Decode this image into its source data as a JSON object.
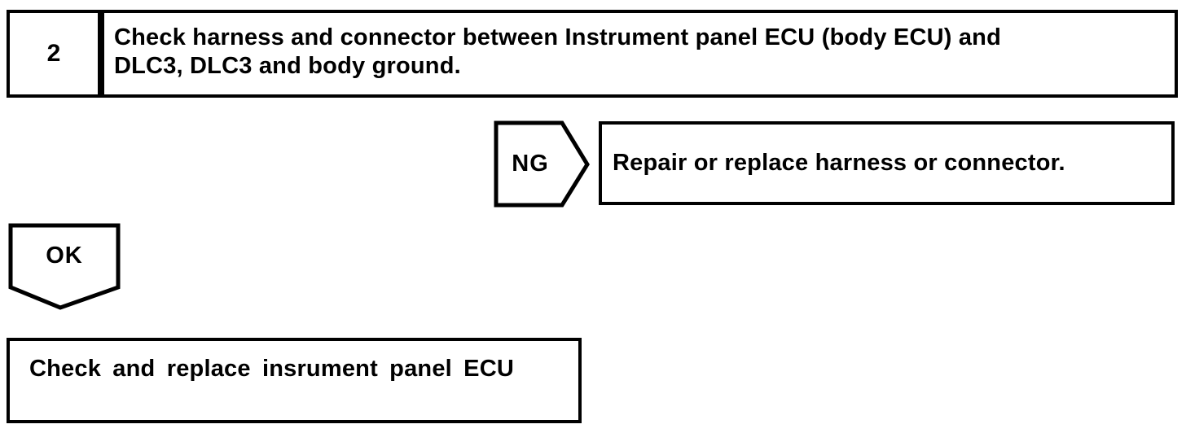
{
  "page": {
    "background_color": "#ffffff",
    "line_color": "#000000"
  },
  "flowchart": {
    "step": {
      "number": "2",
      "instruction_lines": [
        "Check harness and connector between Instrument panel ECU (body ECU) and",
        "DLC3, DLC3 and body ground."
      ]
    },
    "ng_branch": {
      "label": "NG",
      "action": "Repair or replace harness or connector."
    },
    "ok_branch": {
      "label": "OK"
    },
    "result": {
      "action": "Check and replace insrument panel ECU"
    }
  }
}
